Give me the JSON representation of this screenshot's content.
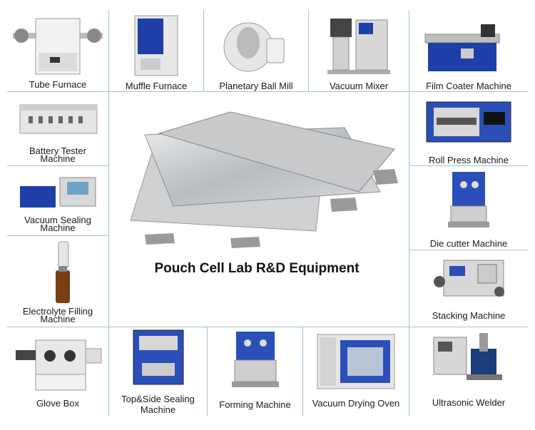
{
  "title": "Pouch Cell Lab R&D Equipment",
  "equipment": {
    "tube_furnace": "Tube Furnace",
    "muffle_furnace": "Muffle Furnace",
    "planetary_ball_mill": "Planetary Ball Mill",
    "vacuum_mixer": "Vacuum Mixer",
    "film_coater": "Film Coater Machine",
    "battery_tester_l1": "Battery Tester",
    "battery_tester_l2": "Machine",
    "vacuum_sealing_l1": "Vacuum Sealing",
    "vacuum_sealing_l2": "Machine",
    "electrolyte_filling_l1": "Electrolyte Filling",
    "electrolyte_filling_l2": "Machine",
    "glove_box": "Glove Box",
    "top_side_sealing_l1": "Top&Side Sealing",
    "top_side_sealing_l2": "Machine",
    "forming_machine": "Forming Machine",
    "vacuum_drying_oven": "Vacuum Drying Oven",
    "ultrasonic_welder": "Ultrasonic Welder",
    "roll_press": "Roll Press Machine",
    "die_cutter": "Die cutter Machine",
    "stacking_machine": "Stacking Machine"
  }
}
